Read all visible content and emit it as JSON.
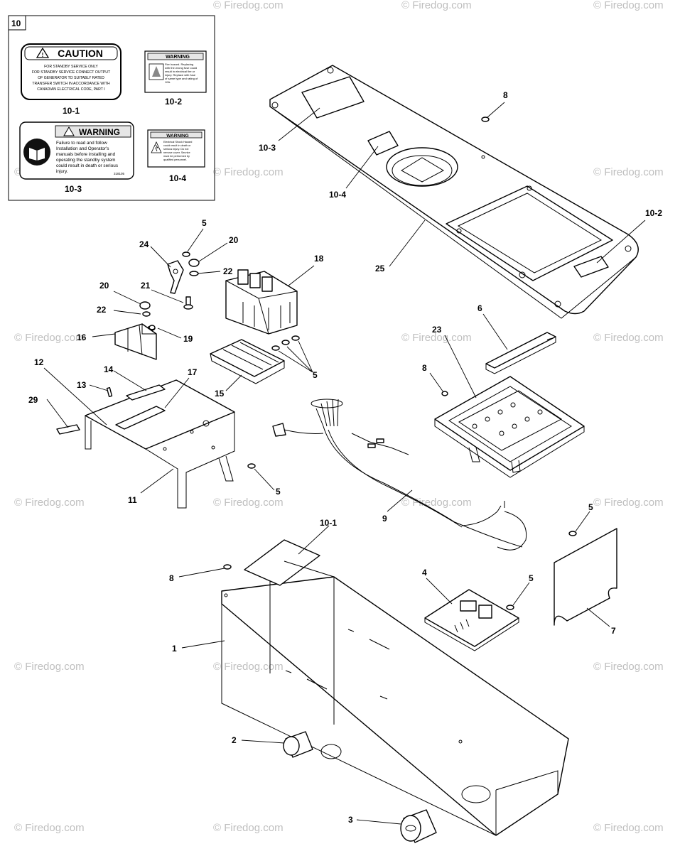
{
  "watermark": "© Firedog.com",
  "inset": {
    "box_label": "10",
    "decal_10_1": {
      "ref": "10-1",
      "heading": "CAUTION",
      "lines": [
        "FOR STANDBY SERVICE ONLY",
        "FOR STANDBY SERVICE CONNECT OUTPUT",
        "OF GENERATOR TO SUITABLY RATED",
        "TRANSFER SWITCH IN ACCORDANCE WITH",
        "CANADIAN ELECTRICAL CODE, PART I"
      ]
    },
    "decal_10_2": {
      "ref": "10-2",
      "heading": "WARNING",
      "lines": [
        "Fire hazard. Replacing",
        "with the wrong fuse could",
        "result in electrical fire or",
        "injury. Replace with fuse",
        "of same type and rating of",
        "10A."
      ]
    },
    "decal_10_3": {
      "ref": "10-3",
      "heading": "WARNING",
      "lines": [
        "Failure to read and follow",
        "Installation and Operator's",
        "manuals before installing and",
        "operating the standby system",
        "could result in death or serious",
        "injury."
      ],
      "code": "318105"
    },
    "decal_10_4": {
      "ref": "10-4",
      "heading": "WARNING",
      "lines": [
        "Electrical Shock Hazard",
        "could result in death or",
        "serious injury. Do not",
        "remove cover. Service",
        "must be performed by",
        "qualified personnel."
      ]
    }
  },
  "callouts": {
    "c1": "1",
    "c2": "2",
    "c3": "3",
    "c4": "4",
    "c5a": "5",
    "c5b": "5",
    "c5c": "5",
    "c5d": "5",
    "c5e": "5",
    "c6": "6",
    "c7": "7",
    "c8a": "8",
    "c8b": "8",
    "c8c": "8",
    "c9": "9",
    "c10_1": "10-1",
    "c10_2": "10-2",
    "c10_3": "10-3",
    "c10_4": "10-4",
    "c11": "11",
    "c12": "12",
    "c13": "13",
    "c14": "14",
    "c15": "15",
    "c16": "16",
    "c17": "17",
    "c18": "18",
    "c19": "19",
    "c20a": "20",
    "c20b": "20",
    "c21": "21",
    "c22a": "22",
    "c22b": "22",
    "c23": "23",
    "c24": "24",
    "c25": "25",
    "c29": "29"
  }
}
